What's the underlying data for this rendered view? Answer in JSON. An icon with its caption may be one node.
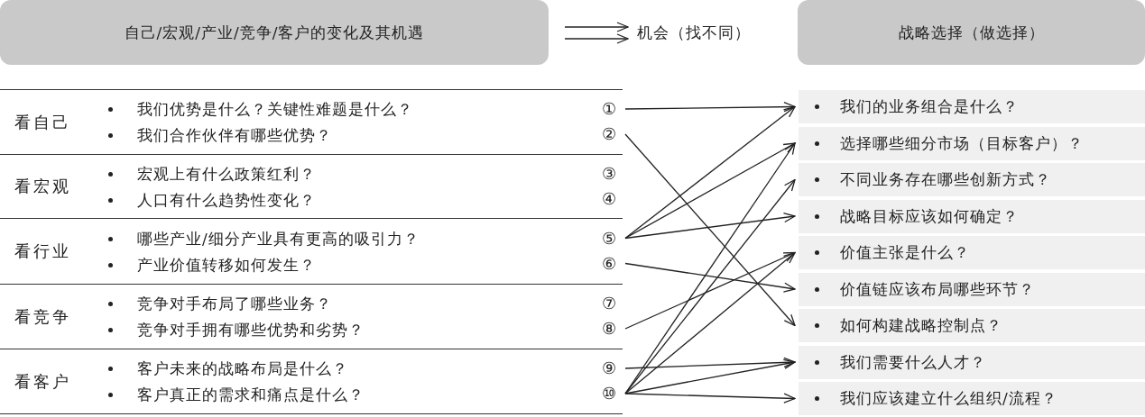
{
  "diagram": {
    "nodes": [
      {
        "text": [
          "自己/宏观/产业/竞争/客户的变化及其机遇"
        ]
      },
      {
        "text": [
          "机会（找不同）"
        ]
      },
      {
        "text": [
          "战略选择（做选择）"
        ]
      },
      {
        "text": [
          "看自己",
          "我们优势是什么？关键性难题是什么？",
          "我们合作伙伴有哪些优势？"
        ]
      },
      {
        "text": [
          "①"
        ],
        "in": 3
      },
      {
        "text": [
          "②"
        ],
        "in": 3
      },
      {
        "text": [
          "看宏观",
          "宏观上有什么政策红利？",
          "人口有什么趋势性变化？"
        ]
      },
      {
        "text": [
          "③"
        ],
        "in": 6
      },
      {
        "text": [
          "④"
        ],
        "in": 6
      },
      {
        "text": [
          "看行业",
          "哪些产业/细分产业具有更高的吸引力？",
          "产业价值转移如何发生？"
        ]
      },
      {
        "text": [
          "⑤"
        ],
        "in": 9
      },
      {
        "text": [
          "⑥"
        ],
        "in": 9
      },
      {
        "text": [
          "看竞争",
          "竞争对手布局了哪些业务？",
          "竞争对手拥有哪些优势和劣势？"
        ]
      },
      {
        "text": [
          "⑦"
        ],
        "in": 12
      },
      {
        "text": [
          "⑧"
        ],
        "in": 12
      },
      {
        "text": [
          "看客户",
          "客户未来的战略布局是什么？",
          "客户真正的需求和痛点是什么？"
        ]
      },
      {
        "text": [
          "⑨"
        ],
        "in": 15
      },
      {
        "text": [
          "⑩"
        ],
        "in": 15
      },
      {
        "text": [
          "我们的业务组合是什么？"
        ]
      },
      {
        "text": [
          "选择哪些细分市场（目标客户）？"
        ]
      },
      {
        "text": [
          "不同业务存在哪些创新方式？"
        ]
      },
      {
        "text": [
          "战略目标应该如何确定？"
        ]
      },
      {
        "text": [
          "价值主张是什么？"
        ]
      },
      {
        "text": [
          "价值链应该布局哪些环节？"
        ]
      },
      {
        "text": [
          "如何构建战略控制点？"
        ]
      },
      {
        "text": [
          "我们需要什么人才？"
        ]
      },
      {
        "text": [
          "我们应该建立什么组织/流程？"
        ]
      }
    ],
    "edges": [
      {
        "from": 0,
        "to": 1,
        "arrow": "to"
      },
      {
        "from": 0,
        "to": 1,
        "arrow": "to"
      },
      {
        "from": 4,
        "to": 18,
        "arrow": "to"
      },
      {
        "from": 5,
        "to": 24,
        "arrow": "to"
      },
      {
        "from": 10,
        "to": 18,
        "arrow": "to"
      },
      {
        "from": 10,
        "to": 19,
        "arrow": "to"
      },
      {
        "from": 10,
        "to": 21,
        "arrow": "to"
      },
      {
        "from": 11,
        "to": 23,
        "arrow": "to"
      },
      {
        "from": 14,
        "to": 22,
        "arrow": "to"
      },
      {
        "from": 16,
        "to": 25,
        "arrow": "to"
      },
      {
        "from": 17,
        "to": 19,
        "arrow": "to"
      },
      {
        "from": 17,
        "to": 20,
        "arrow": "to"
      },
      {
        "from": 17,
        "to": 22,
        "arrow": "to"
      },
      {
        "from": 17,
        "to": 25,
        "arrow": "to"
      },
      {
        "from": 17,
        "to": 26,
        "arrow": "to"
      }
    ]
  }
}
